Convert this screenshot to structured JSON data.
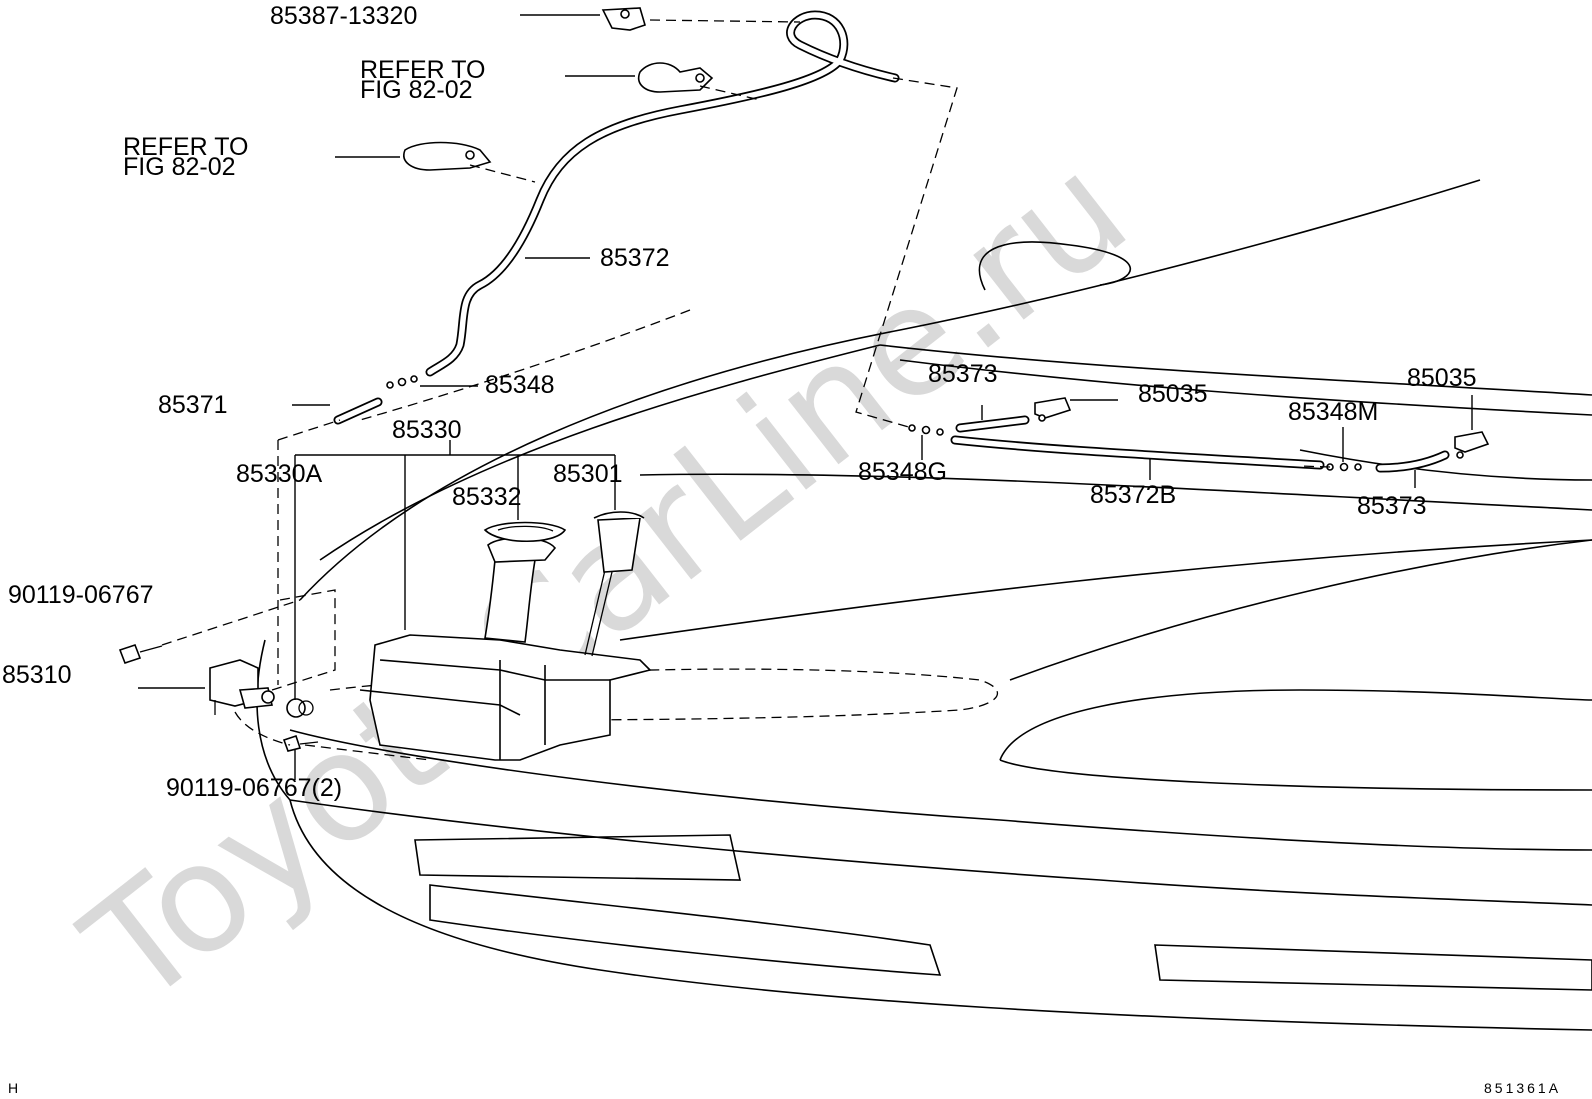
{
  "watermark": "ToyotaCarLine.ru",
  "footer": {
    "left_code": "H",
    "figure_code": "851361A"
  },
  "labels": {
    "p85387": "85387-13320",
    "refer1_line1": "REFER TO",
    "refer1_line2": "FIG 82-02",
    "refer2_line1": "REFER TO",
    "refer2_line2": "FIG 82-02",
    "p85372": "85372",
    "p85371": "85371",
    "p85348": "85348",
    "p85330": "85330",
    "p85330A": "85330A",
    "p85301": "85301",
    "p85332": "85332",
    "p90119a": "90119-06767",
    "p85310": "85310",
    "p90119b": "90119-06767(2)",
    "p85373a": "85373",
    "p85035a": "85035",
    "p85035b": "85035",
    "p85348M": "85348M",
    "p85348G": "85348G",
    "p85372B": "85372B",
    "p85373b": "85373"
  }
}
